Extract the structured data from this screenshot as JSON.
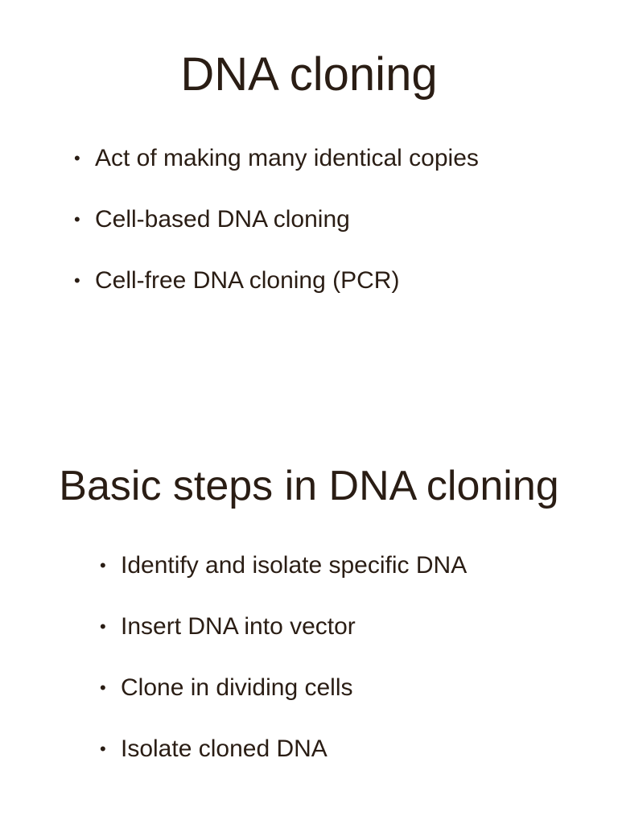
{
  "slides": [
    {
      "title": "DNA cloning",
      "bullets": [
        "Act of making many identical copies",
        "Cell-based DNA cloning",
        "Cell-free DNA cloning (PCR)"
      ]
    },
    {
      "title": "Basic steps in DNA cloning",
      "bullets": [
        "Identify and isolate specific DNA",
        "Insert DNA into vector",
        "Clone in dividing cells",
        "Isolate cloned DNA"
      ]
    }
  ],
  "bullet_glyph": "•"
}
